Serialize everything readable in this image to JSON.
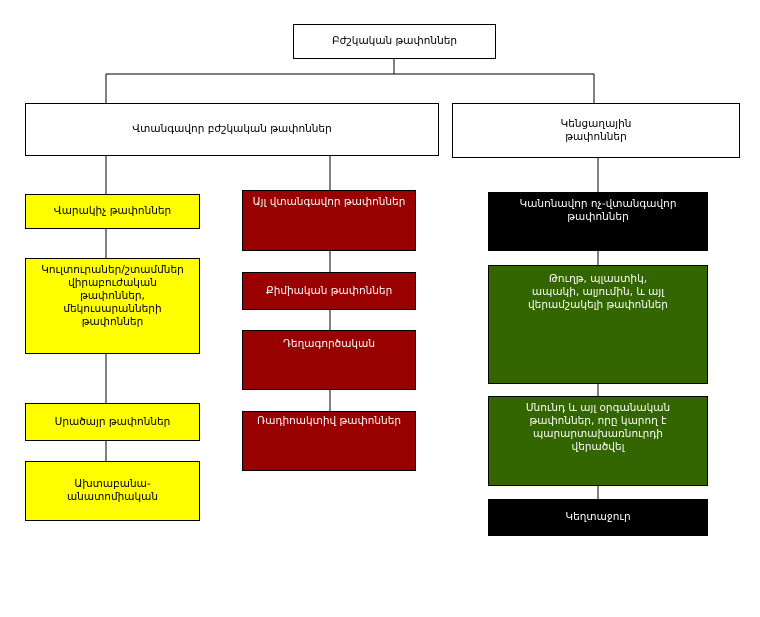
{
  "diagram": {
    "root": "Բժշկական թափոններ",
    "hazardous": {
      "title": "Վտանգավոր բժշկական թափոններ",
      "yellow": [
        "Վարակիչ թափոններ",
        "Կուլտուրաներ/շտամմներ\nվիրաբուժական\nթափոններ,\nմեկուսարանների\nթափոններ",
        "Սրածայր թափոններ",
        "Ախտաբանա-\nանատոմիական"
      ],
      "red": [
        "Այլ վտանգավոր թափոններ",
        "Քիմիական թափոններ",
        "Դեղագործական",
        "Ռադիոակտիվ թափոններ"
      ]
    },
    "household": {
      "title": "Կենցաղային\nթափոններ",
      "items": [
        "Կանոնավոր ոչ-վտանգավոր\nթափոններ",
        "Թուղթ, պլաստիկ,\nապակի, ալյումին, և այլ\nվերամշակելի թափոններ",
        "Սնունդ և այլ օրգանական\nթափոններ, որը կարող է\nպարարտախառնուրդի\nվերածվել",
        "Կեղտաջուր"
      ]
    }
  }
}
